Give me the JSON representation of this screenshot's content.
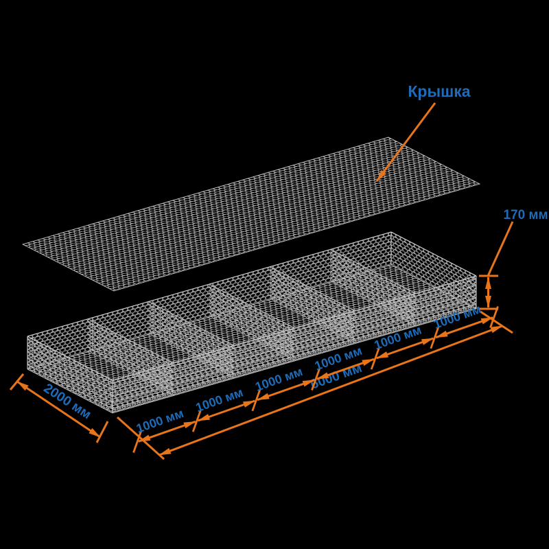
{
  "lid_label": "Крышка",
  "dims": {
    "height": "170 мм",
    "length_total": "6000 мм",
    "width": "2000 мм",
    "segments": [
      "1000 мм",
      "1000 мм",
      "1000 мм",
      "1000 мм",
      "1000 мм",
      "1000 мм"
    ]
  },
  "colors": {
    "accent_orange": "#E8751A",
    "label_blue": "#1E6BB8",
    "mesh_gray": "#B5B5B5",
    "background": "#000000"
  }
}
